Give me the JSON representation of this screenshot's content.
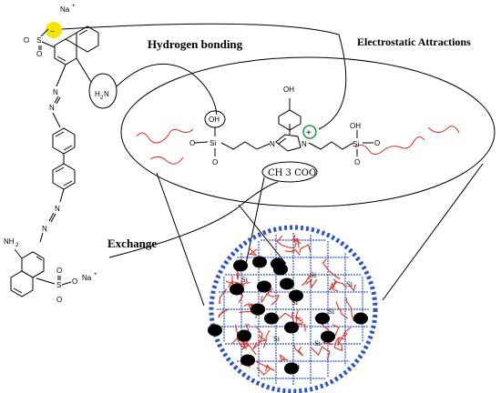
{
  "labels": {
    "hydrogen_bonding": "Hydrogen bonding",
    "electrostatic": "Electrostatic Attractions",
    "exchange": "Exchange",
    "acetate": "CH 3 COO"
  },
  "dye": {
    "na_top": "Na",
    "na_plus": "+",
    "o_top": "O",
    "s_top": "S",
    "o_top_left": "O",
    "o_top_bottom": "O",
    "minus": "−",
    "h2n": "H",
    "h2n_sub": "2",
    "h2n_n": "N",
    "n1": "N",
    "n2": "N",
    "n3": "N",
    "n4": "N",
    "nh2": "NH",
    "nh2_sub": "2",
    "s_bottom": "S",
    "o_bottom_1": "O",
    "o_bottom_2": "O",
    "o_bottom_minus": "O",
    "na_bottom": "Na",
    "na_bottom_plus": "+"
  },
  "linker": {
    "oh_left": "OH",
    "o_left1": "O",
    "si_left": "Si",
    "o_left2": "O",
    "n_left": "N",
    "n_right": "N",
    "plus": "+",
    "oh_phenol": "OH",
    "oh_right": "OH",
    "si_right": "Si",
    "o_right1": "O",
    "o_right2": "O"
  },
  "particle": {
    "si_labels": [
      "Si",
      "Si",
      "Si",
      "Si",
      "Si",
      "Si",
      "Si",
      "Si",
      "Si",
      "Si"
    ]
  },
  "colors": {
    "highlight_yellow": "#f5e600",
    "cation_green": "#1e9b3a",
    "polymer_red": "#e03020",
    "particle_blue": "#2a55c8",
    "black": "#000000"
  }
}
